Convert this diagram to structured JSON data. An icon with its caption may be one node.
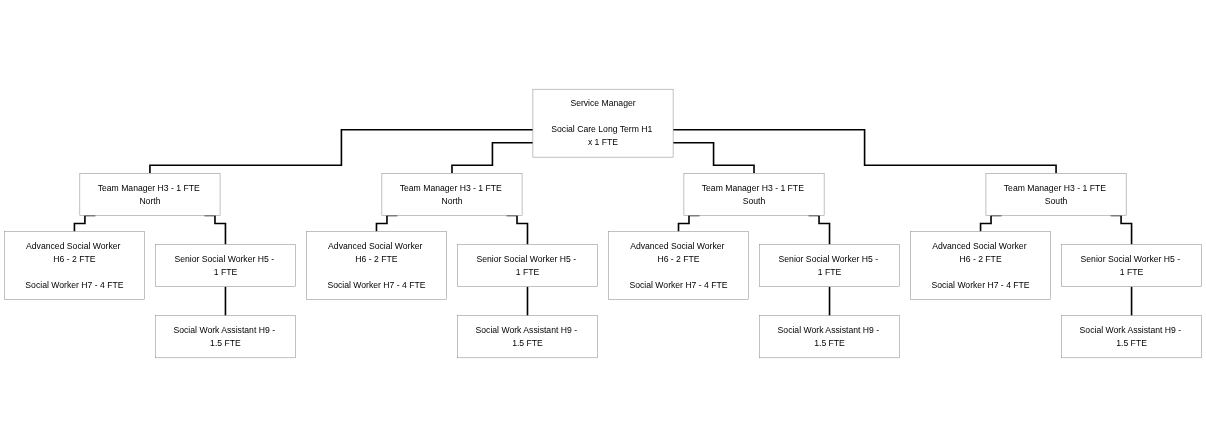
{
  "diagram": {
    "nodes": [
      {
        "text": [
          "Service Manager",
          "Social Care Long Term H1 x 1 FTE"
        ]
      },
      {
        "text": [
          "Team Manager H3 - 1 FTE North"
        ]
      },
      {
        "text": [
          "Advanced Social Worker H6 - 2 FTE",
          "Social Worker H7 - 4 FTE"
        ]
      },
      {
        "text": [
          "Senior Social Worker H5 - 1 FTE"
        ]
      },
      {
        "text": [
          "Social Work Assistant H9 - 1.5 FTE"
        ]
      },
      {
        "text": [
          "Team Manager H3 - 1 FTE North"
        ]
      },
      {
        "text": [
          "Advanced Social Worker H6 - 2 FTE",
          "Social Worker H7 - 4 FTE"
        ]
      },
      {
        "text": [
          "Senior Social Worker H5 - 1 FTE"
        ]
      },
      {
        "text": [
          "Social Work Assistant H9 - 1.5 FTE"
        ]
      },
      {
        "text": [
          "Team Manager H3 - 1 FTE South"
        ]
      },
      {
        "text": [
          "Advanced Social Worker H6 - 2 FTE",
          "Social Worker H7 - 4 FTE"
        ]
      },
      {
        "text": [
          "Senior Social Worker H5 - 1 FTE"
        ]
      },
      {
        "text": [
          "Social Work Assistant H9 - 1.5 FTE"
        ]
      },
      {
        "text": [
          "Team Manager H3 - 1 FTE South"
        ]
      },
      {
        "text": [
          "Advanced Social Worker H6 - 2 FTE",
          "Social Worker H7 - 4 FTE"
        ]
      },
      {
        "text": [
          "Senior Social Worker H5 - 1 FTE"
        ]
      },
      {
        "text": [
          "Social Work Assistant H9 - 1.5 FTE"
        ]
      }
    ],
    "edges": [
      {
        "from": 0,
        "to": 1,
        "arrow": "none"
      },
      {
        "from": 0,
        "to": 5,
        "arrow": "none"
      },
      {
        "from": 0,
        "to": 9,
        "arrow": "none"
      },
      {
        "from": 0,
        "to": 13,
        "arrow": "none"
      },
      {
        "from": 1,
        "to": 2,
        "arrow": "none"
      },
      {
        "from": 1,
        "to": 3,
        "arrow": "none"
      },
      {
        "from": 3,
        "to": 4,
        "arrow": "none"
      },
      {
        "from": 5,
        "to": 6,
        "arrow": "none"
      },
      {
        "from": 5,
        "to": 7,
        "arrow": "none"
      },
      {
        "from": 7,
        "to": 8,
        "arrow": "none"
      },
      {
        "from": 9,
        "to": 10,
        "arrow": "none"
      },
      {
        "from": 9,
        "to": 11,
        "arrow": "none"
      },
      {
        "from": 11,
        "to": 12,
        "arrow": "none"
      },
      {
        "from": 13,
        "to": 14,
        "arrow": "none"
      },
      {
        "from": 13,
        "to": 15,
        "arrow": "none"
      },
      {
        "from": 15,
        "to": 16,
        "arrow": "none"
      }
    ]
  }
}
